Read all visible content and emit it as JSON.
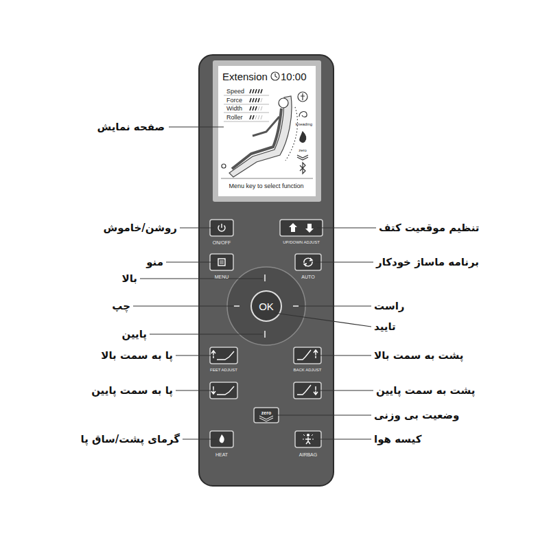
{
  "diagram": {
    "nodes": [
      {
        "text": [
          "Extension",
          "10:00",
          "Speed",
          "Force",
          "Width",
          "Roller",
          "kneading",
          "zero",
          "Menu key to select function"
        ]
      },
      {
        "text": [
          "ON/OFF"
        ]
      },
      {
        "text": [
          "UP/DOWN ADJUST"
        ]
      },
      {
        "text": [
          "MENU"
        ]
      },
      {
        "text": [
          "AUTO"
        ]
      },
      {
        "text": [
          "OK"
        ]
      },
      {
        "text": [
          "FEET ADJUST"
        ]
      },
      {
        "text": [
          "BACK ADJUST"
        ]
      },
      {
        "text": [
          "zero"
        ]
      },
      {
        "text": [
          "HEAT"
        ]
      },
      {
        "text": [
          "AIRBAG"
        ]
      }
    ],
    "labels": [
      "صفحه نمایش",
      "روشن/خاموش",
      "تنظیم موقعیت کتف",
      "منو",
      "برنامه ماساژ خودکار",
      "بالا",
      "چپ",
      "راست",
      "تایید",
      "پایین",
      "پا به سمت بالا",
      "پشت به سمت بالا",
      "پا به سمت پایین",
      "پشت به سمت پایین",
      "وضعیت بی وزنی",
      "گرمای پشت/ساق پا",
      "کیسه هوا"
    ]
  }
}
